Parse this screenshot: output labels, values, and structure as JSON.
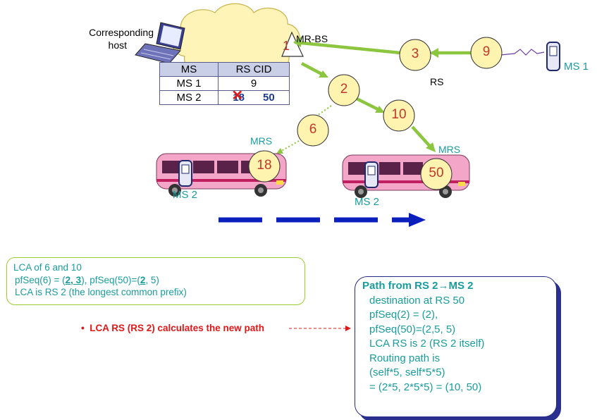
{
  "labels": {
    "corresponding_host": [
      "Corresponding",
      "host"
    ],
    "mrbs": "MR-BS",
    "rs": "RS",
    "ms1": "MS 1",
    "mrs_left": "MRS",
    "mrs_right": "MRS",
    "ms2_left": "MS 2",
    "ms2_right": "MS 2"
  },
  "nodes": {
    "n1": "1",
    "n2": "2",
    "n3": "3",
    "n9": "9",
    "n6": "6",
    "n10": "10",
    "n18": "18",
    "n50": "50"
  },
  "table": {
    "headers": [
      "MS",
      "RS CID"
    ],
    "rows": [
      {
        "ms": "MS 1",
        "cid": "9"
      },
      {
        "ms": "MS 2",
        "old_cid": "18",
        "cid": "50"
      }
    ]
  },
  "lca_box": {
    "line1": "LCA of 6 and 10",
    "line2_a": "pfSeq(6) = (",
    "line2_b": "2, 3",
    "line2_c": "), pfSeq(50)=(",
    "line2_d": "2",
    "line2_e": ", 5)",
    "line3": "LCA is RS 2 (the longest common prefix)"
  },
  "bullet": "LCA RS (RS 2) calculates the new path",
  "path_box": {
    "title": "Path from RS 2→MS 2",
    "lines": [
      "destination at RS 50",
      "pfSeq(2) = (2),",
      "pfSeq(50)=(2,5, 5)",
      "LCA RS is 2 (RS 2 itself)",
      "Routing path is",
      "(self*5, self*5*5)",
      "= (2*5, 2*5*5) = (10, 50)"
    ]
  },
  "colors": {
    "node_fill": "#fff3b0",
    "node_text": "#c0392b",
    "link_green": "#8cc63f",
    "teal_text": "#1a9c9c",
    "bus_pink": "#f4a6c8",
    "dash_blue": "#0b1fbf",
    "red_text": "#e01818"
  }
}
